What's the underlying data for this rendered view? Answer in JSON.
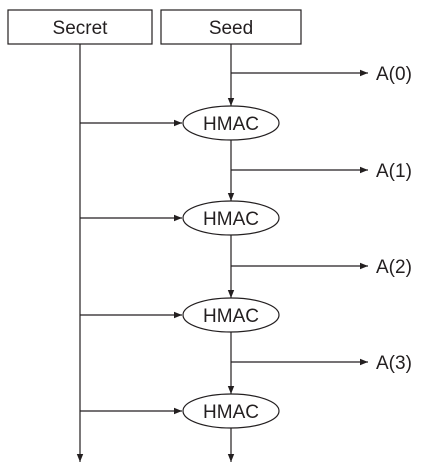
{
  "inputs": {
    "secret": "Secret",
    "seed": "Seed"
  },
  "hmac_label": "HMAC",
  "outputs": [
    "A(0)",
    "A(1)",
    "A(2)",
    "A(3)"
  ],
  "colors": {
    "stroke": "#231f20",
    "background": "#ffffff"
  }
}
